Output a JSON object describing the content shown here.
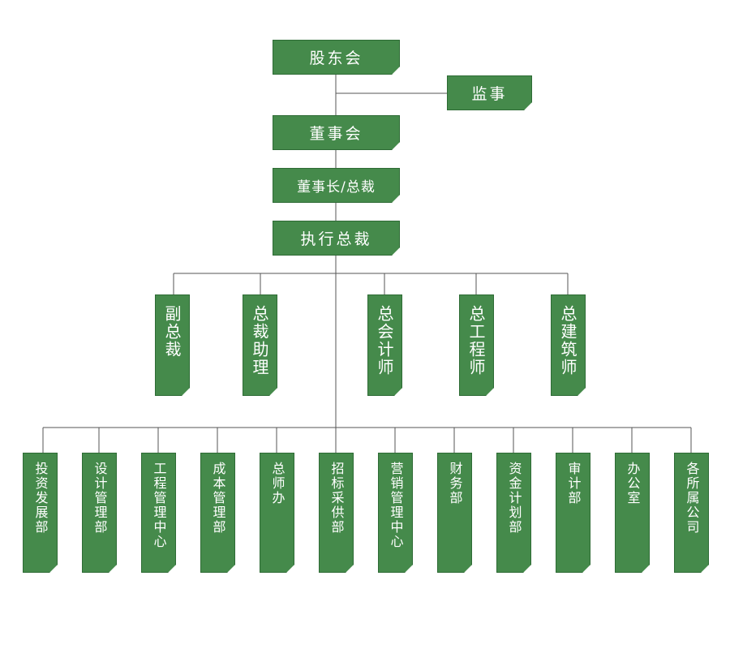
{
  "colors": {
    "node_fill": "#458a4b",
    "node_border": "#2e6b35",
    "connector": "#555555",
    "text": "#ffffff"
  },
  "org": {
    "shareholders": "股东会",
    "supervisor": "监事",
    "board": "董事会",
    "chairman": "董事长/总裁",
    "executive": "执行总裁",
    "officers": [
      "副总裁",
      "总裁助理",
      "总会计师",
      "总工程师",
      "总建筑师"
    ],
    "departments": [
      "投资发展部",
      "设计管理部",
      "工程管理中心",
      "成本管理部",
      "总师办",
      "招标采供部",
      "营销管理中心",
      "财务部",
      "资金计划部",
      "审计部",
      "办公室",
      "各所属公司"
    ]
  }
}
